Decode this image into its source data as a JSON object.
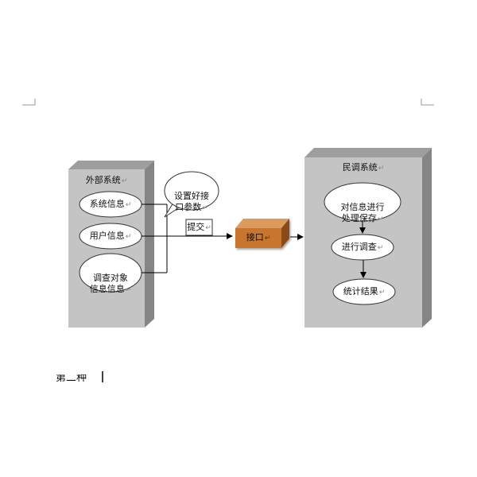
{
  "left_panel": {
    "title": "外部系统",
    "items": [
      {
        "label": "系统信息"
      },
      {
        "label": "用户信息"
      },
      {
        "label": "调查对象\n信息信息"
      }
    ]
  },
  "callout": {
    "text": "设置好接\n口参数"
  },
  "submit_label": "提交",
  "interface_box": {
    "label": "接口"
  },
  "right_panel": {
    "title": "民调系统",
    "steps": [
      {
        "label": "对信息进行\n处理保存"
      },
      {
        "label": "进行调查"
      },
      {
        "label": "统计结果"
      }
    ]
  },
  "footer_text": "第二种",
  "colors": {
    "panel_front": "#c4c4c4",
    "panel_top": "#9e9e9e",
    "panel_side": "#858585",
    "interface_fill": "#c8742e",
    "interface_top": "#dd9a5c",
    "interface_side": "#8a4a17"
  }
}
